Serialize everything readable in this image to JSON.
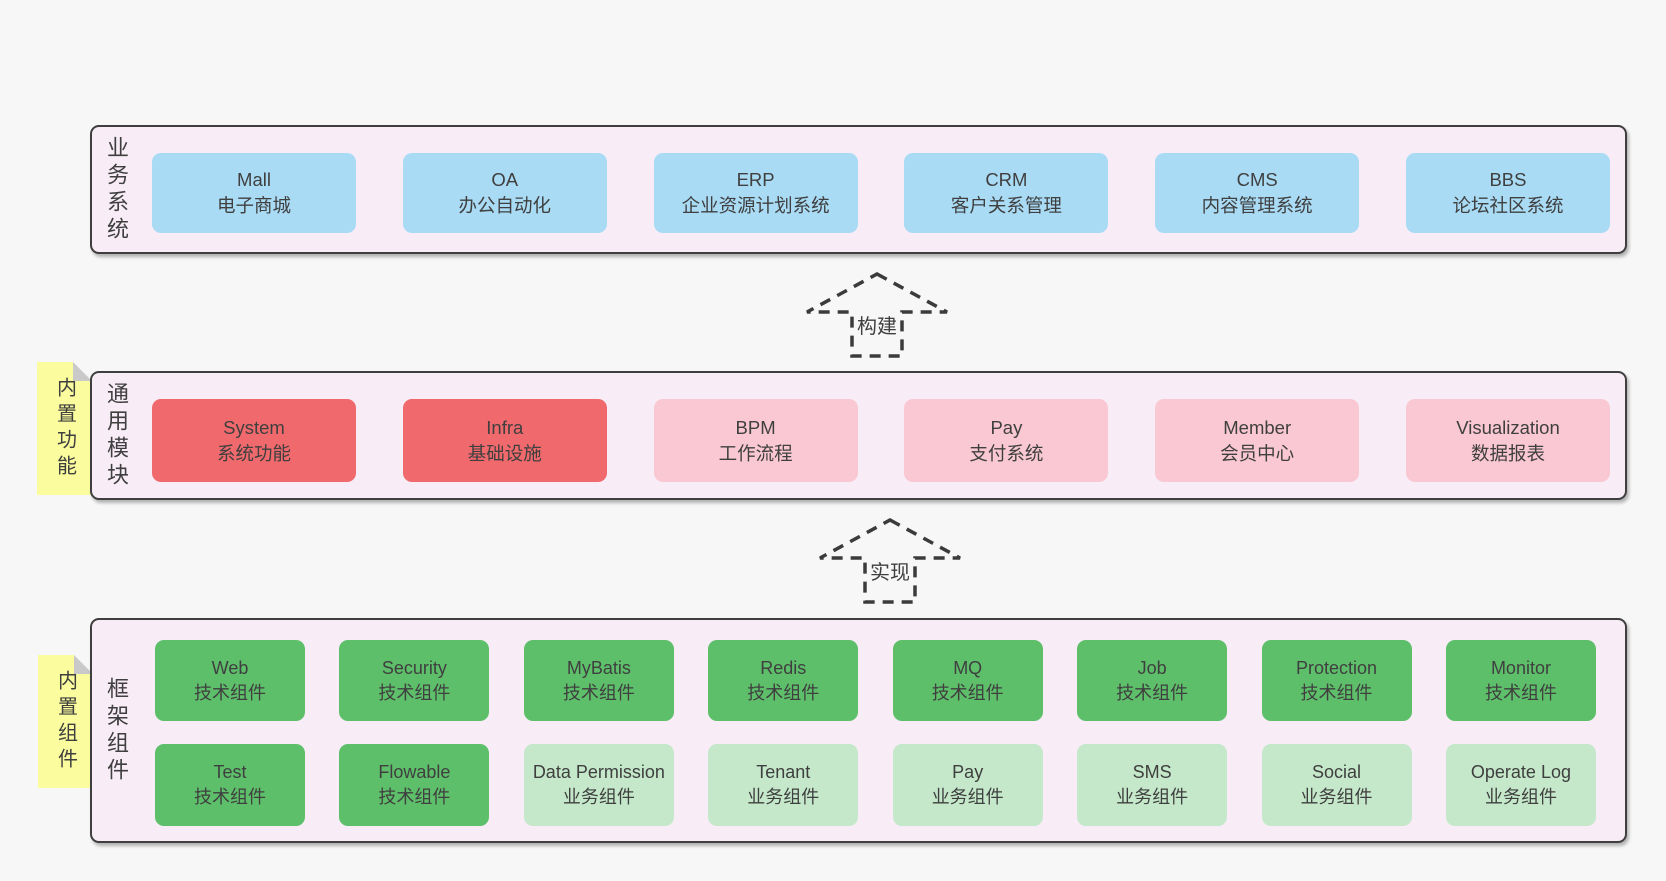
{
  "colors": {
    "page_background": "#f7f7f7",
    "panel_background": "#f8edf6",
    "panel_border": "#3f3f3f",
    "business_box": "#a9dbf5",
    "core_module_box": "#f0696d",
    "optional_module_box": "#f9c8d2",
    "tech_component_box": "#5ebf6a",
    "biz_component_box": "#c4e8c9",
    "sticky_note": "#fafc9e",
    "text": "#3f3f3f"
  },
  "arrows": [
    {
      "label": "构建"
    },
    {
      "label": "实现"
    }
  ],
  "sections": [
    {
      "label_vertical": "业务系统",
      "sticky": null,
      "box_rows": [
        [
          {
            "en": "Mall",
            "zh": "电子商城",
            "variant": "blue"
          },
          {
            "en": "OA",
            "zh": "办公自动化",
            "variant": "blue"
          },
          {
            "en": "ERP",
            "zh": "企业资源计划系统",
            "variant": "blue"
          },
          {
            "en": "CRM",
            "zh": "客户关系管理",
            "variant": "blue"
          },
          {
            "en": "CMS",
            "zh": "内容管理系统",
            "variant": "blue"
          },
          {
            "en": "BBS",
            "zh": "论坛社区系统",
            "variant": "blue"
          }
        ]
      ]
    },
    {
      "label_vertical": "通用模块",
      "sticky": "内置功能",
      "box_rows": [
        [
          {
            "en": "System",
            "zh": "系统功能",
            "variant": "red"
          },
          {
            "en": "Infra",
            "zh": "基础设施",
            "variant": "red"
          },
          {
            "en": "BPM",
            "zh": "工作流程",
            "variant": "pink"
          },
          {
            "en": "Pay",
            "zh": "支付系统",
            "variant": "pink"
          },
          {
            "en": "Member",
            "zh": "会员中心",
            "variant": "pink"
          },
          {
            "en": "Visualization",
            "zh": "数据报表",
            "variant": "pink"
          }
        ]
      ]
    },
    {
      "label_vertical": "框架组件",
      "sticky": "内置组件",
      "box_rows": [
        [
          {
            "en": "Web",
            "zh": "技术组件",
            "variant": "green"
          },
          {
            "en": "Security",
            "zh": "技术组件",
            "variant": "green"
          },
          {
            "en": "MyBatis",
            "zh": "技术组件",
            "variant": "green"
          },
          {
            "en": "Redis",
            "zh": "技术组件",
            "variant": "green"
          },
          {
            "en": "MQ",
            "zh": "技术组件",
            "variant": "green"
          },
          {
            "en": "Job",
            "zh": "技术组件",
            "variant": "green"
          },
          {
            "en": "Protection",
            "zh": "技术组件",
            "variant": "green"
          },
          {
            "en": "Monitor",
            "zh": "技术组件",
            "variant": "green"
          }
        ],
        [
          {
            "en": "Test",
            "zh": "技术组件",
            "variant": "green"
          },
          {
            "en": "Flowable",
            "zh": "技术组件",
            "variant": "green"
          },
          {
            "en": "Data Permission",
            "zh": "业务组件",
            "variant": "green-light"
          },
          {
            "en": "Tenant",
            "zh": "业务组件",
            "variant": "green-light"
          },
          {
            "en": "Pay",
            "zh": "业务组件",
            "variant": "green-light"
          },
          {
            "en": "SMS",
            "zh": "业务组件",
            "variant": "green-light"
          },
          {
            "en": "Social",
            "zh": "业务组件",
            "variant": "green-light"
          },
          {
            "en": "Operate Log",
            "zh": "业务组件",
            "variant": "green-light"
          }
        ]
      ]
    }
  ]
}
